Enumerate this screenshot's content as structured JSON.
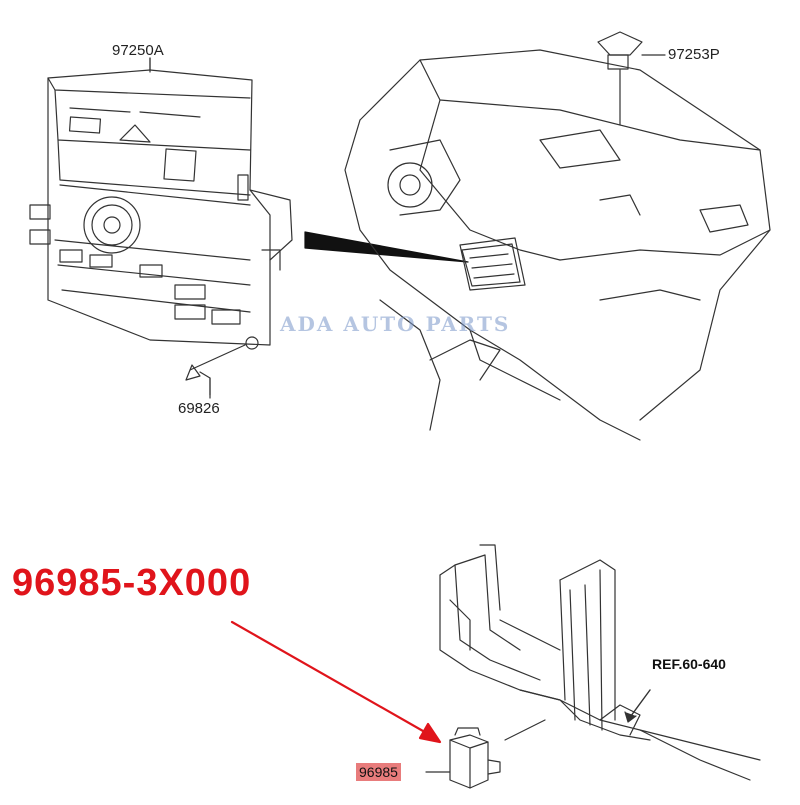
{
  "labels": {
    "control_unit": "97250A",
    "sensor_top": "97253P",
    "screw": "69826",
    "ref": "REF.60-640",
    "part_small": "96985"
  },
  "headline": "96985-3X000",
  "watermark": "ADA AUTO PARTS",
  "colors": {
    "accent_red": "#e0141b",
    "highlight": "#e87c7c",
    "line": "#333333"
  }
}
